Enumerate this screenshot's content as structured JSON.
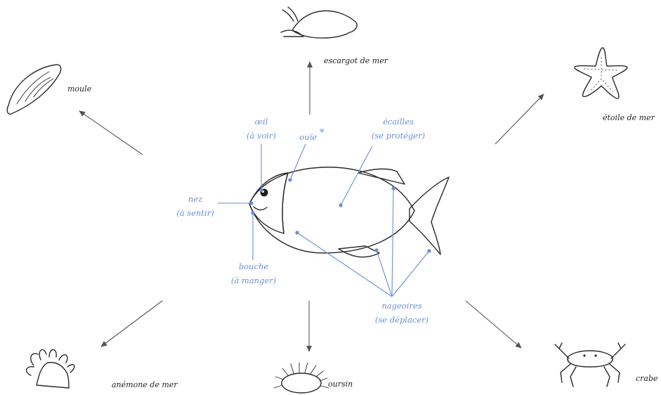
{
  "animals": {
    "snail": "escargot de mer",
    "mussel": "moule",
    "starfish": "étoile de mer",
    "anemone": "anémone de mer",
    "urchin": "oursin",
    "crab": "crabe"
  },
  "fish_parts": {
    "eye": {
      "name": "œil",
      "use": "(à voir)"
    },
    "gill": {
      "name": "ouïe",
      "mark": "*"
    },
    "scales": {
      "name": "écailles",
      "use": "(se protéger)"
    },
    "nose": {
      "name": "nez",
      "use": "(à sentir)"
    },
    "mouth": {
      "name": "bouche",
      "use": "(à manger)"
    },
    "fins": {
      "name": "nageoires",
      "use": "(se déplacer)"
    }
  },
  "colors": {
    "annotation": "#6a8ed6",
    "ink": "#2a2a2a",
    "arrow": "#555555"
  }
}
